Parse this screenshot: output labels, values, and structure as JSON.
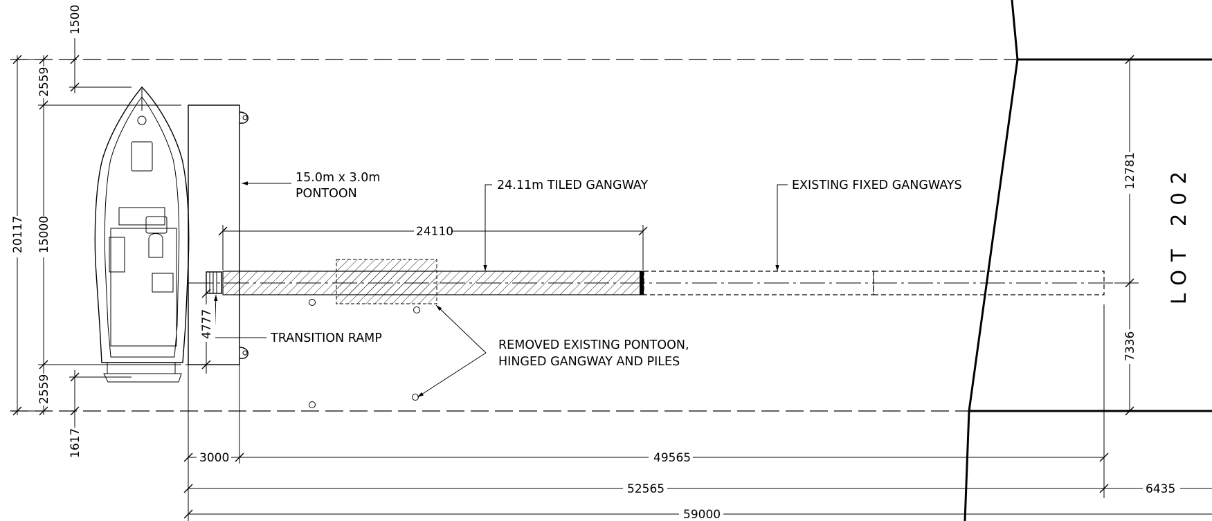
{
  "notes": {
    "pontoon": [
      "15.0m x 3.0m",
      "PONTOON"
    ],
    "tiled_gangway": "24.11m TILED GANGWAY",
    "existing_fixed": "EXISTING FIXED GANGWAYS",
    "transition_ramp": "TRANSITION RAMP",
    "removed": [
      "REMOVED EXISTING PONTOON,",
      "HINGED GANGWAY AND PILES"
    ]
  },
  "lot_label": "LOT 202",
  "dimensions": {
    "d1500": "1500",
    "d2559_top": "2559",
    "d2559_bottom": "2559",
    "d20117": "20117",
    "d15000": "15000",
    "d4777": "4777",
    "d1617": "1617",
    "d24110": "24110",
    "d3000": "3000",
    "d49565": "49565",
    "d52565": "52565",
    "d59000": "59000",
    "d6435": "6435",
    "d12781": "12781",
    "d7336": "7336"
  }
}
